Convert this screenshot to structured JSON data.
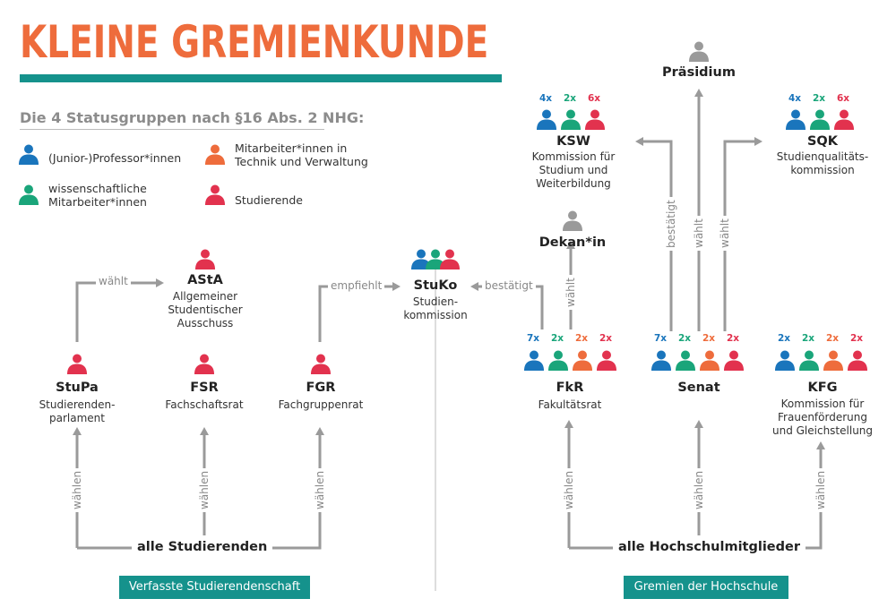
{
  "title": "KLEINE GREMIENKUNDE",
  "subtitle": "Die 4 Statusgruppen nach §16 Abs. 2 NHG:",
  "colors": {
    "professor": "#1a75bc",
    "wiss": "#1aa57a",
    "mtv": "#ee6c3c",
    "student": "#e2324e",
    "neutral": "#9a9a9a",
    "accent": "#15928c",
    "arrow": "#9a9a9a"
  },
  "legend": [
    {
      "group": "professor",
      "label": "(Junior-)Professor*innen"
    },
    {
      "group": "wiss",
      "label": "wissenschaftliche\nMitarbeiter*innen"
    },
    {
      "group": "mtv",
      "label": "Mitarbeiter*innen in\nTechnik und Verwaltung"
    },
    {
      "group": "student",
      "label": "Studierende"
    }
  ],
  "nodes": {
    "asta": {
      "title": "AStA",
      "subtitle": "Allgemeiner\nStudentischer\nAusschuss"
    },
    "stupa": {
      "title": "StuPa",
      "subtitle": "Studierenden-\nparlament"
    },
    "fsr": {
      "title": "FSR",
      "subtitle": "Fachschaftsrat"
    },
    "fgr": {
      "title": "FGR",
      "subtitle": "Fachgruppenrat"
    },
    "stuko": {
      "title": "StuKo",
      "subtitle": "Studien-\nkommission"
    },
    "fkr": {
      "title": "FkR",
      "subtitle": "Fakultätsrat",
      "counts": [
        "7x",
        "2x",
        "2x",
        "2x"
      ]
    },
    "senat": {
      "title": "Senat",
      "subtitle": "",
      "counts": [
        "7x",
        "2x",
        "2x",
        "2x"
      ]
    },
    "kfg": {
      "title": "KFG",
      "subtitle": "Kommission für\nFrauenförderung\nund Gleichstellung",
      "counts": [
        "2x",
        "2x",
        "2x",
        "2x"
      ]
    },
    "dekan": {
      "title": "Dekan*in",
      "subtitle": ""
    },
    "praesidium": {
      "title": "Präsidium",
      "subtitle": ""
    },
    "ksw": {
      "title": "KSW",
      "subtitle": "Kommission für\nStudium und\nWeiterbildung",
      "counts": [
        "4x",
        "2x",
        "6x"
      ]
    },
    "sqk": {
      "title": "SQK",
      "subtitle": "Studienqualitäts-\nkommission",
      "counts": [
        "4x",
        "2x",
        "6x"
      ]
    }
  },
  "edge_labels": {
    "waehlt": "wählt",
    "waehlen": "wählen",
    "empfiehlt": "empfiehlt",
    "bestaetigt": "bestätigt"
  },
  "bottom": {
    "students": "alle Studierenden",
    "members": "alle Hochschulmitglieder"
  },
  "sections": {
    "left": "Verfasste Studierendenschaft",
    "right": "Gremien der Hochschule"
  }
}
